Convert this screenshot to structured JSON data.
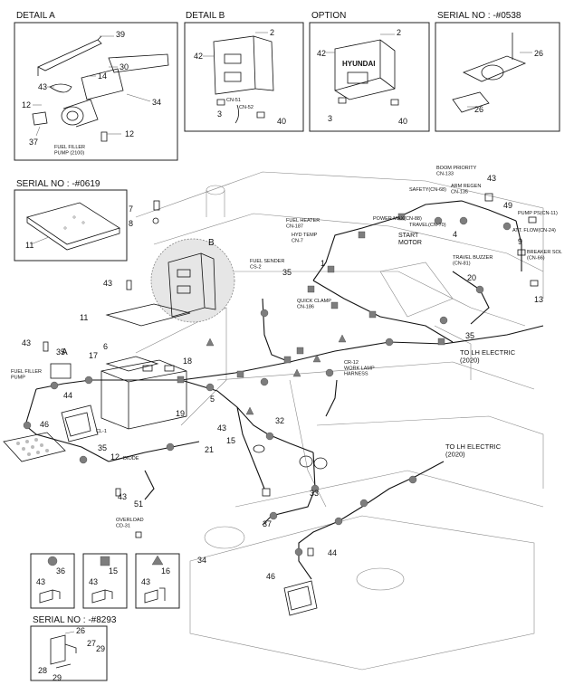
{
  "boxes": {
    "detail_a": "DETAIL  A",
    "detail_b": "DETAIL B",
    "option": "OPTION",
    "serial_0538": "SERIAL NO : -#0538",
    "serial_0619": "SERIAL NO : -#0619",
    "serial_8293": "SERIAL NO : -#8293"
  },
  "brand": "HYUNDAI",
  "labels": {
    "fuel_filler_pump_2100": "FUEL FILLER\nPUMP (2100)",
    "fuel_filler_pump": "FUEL FILLER\nPUMP",
    "boom_priority": "BOOM PRIORITY\nCN-133",
    "safety": "SAFETY(CN-68)",
    "arm_regen": "ARM REGEN\nCN-135",
    "power_max": "POWER MAX(CN-88)",
    "travel": "TRAVEL(CN-70)",
    "pump_ps": "PUMP PS(CN-11)",
    "fuel_heater": "FUEL HEATER\nCN-187",
    "hyd_temp": "HYD TEMP\nCN-7",
    "start_motor": "START\nMOTOR",
    "att_flow": "ATT. FLOW(CN-24)",
    "breaker_sol": "BREAKER SOL\n(CN-66)",
    "fuel_sender": "FUEL SENDER\nCS-2",
    "travel_buzzer": "TRAVEL BUZZER\n(CN-81)",
    "quick_clamp": "QUICK CLAMP\nCN-186",
    "to_lh_electric_1": "TO LH ELECTRIC\n(2020)",
    "work_lamp_harness": "CR-12\nWORK LAMP\nHARNESS",
    "to_lh_electric_2": "TO LH ELECTRIC\n(2020)",
    "overload": "OVERLOAD\nCD-31",
    "diode": "DIODE",
    "cl": "CL-1",
    "detail_b_big": "B",
    "detail_a_big": "A"
  },
  "legend": {
    "circle_nums": [
      "43",
      "36"
    ],
    "square_nums": [
      "43",
      "15"
    ],
    "triangle_nums": [
      "43",
      "16"
    ]
  },
  "callouts": {
    "detail_a": [
      "39",
      "30",
      "14",
      "43",
      "34",
      "12",
      "37",
      "12"
    ],
    "detail_b": [
      "2",
      "42",
      "3",
      "40",
      "CN-51",
      "CN-52"
    ],
    "option": [
      "2",
      "42",
      "3",
      "40"
    ],
    "serial_0538": [
      "26",
      "26"
    ],
    "serial_0619": [
      "11"
    ],
    "serial_8293": [
      "26",
      "27",
      "29",
      "28",
      "29"
    ],
    "main": [
      "7",
      "8",
      "43",
      "11",
      "43",
      "35",
      "6",
      "17",
      "18",
      "44",
      "46",
      "35",
      "5",
      "19",
      "12",
      "21",
      "43",
      "51",
      "15",
      "43",
      "32",
      "33",
      "37",
      "34",
      "1",
      "35",
      "43",
      "49",
      "9",
      "4",
      "20",
      "13",
      "35",
      "44",
      "46"
    ]
  }
}
